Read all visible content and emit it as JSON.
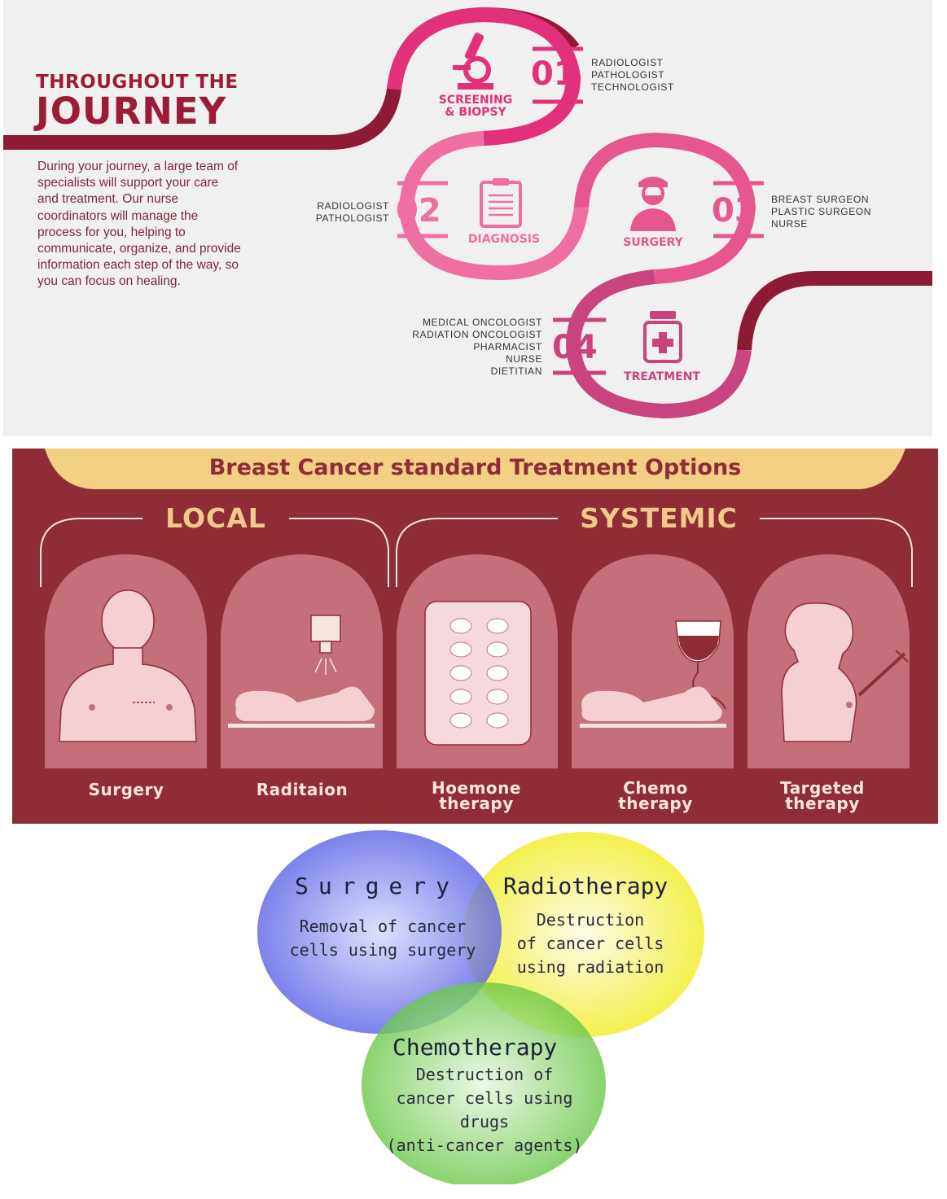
{
  "journey": {
    "title_line1": "THROUGHOUT THE",
    "title_line2": "JOURNEY",
    "description": "During your journey, a large team of specialists will support your care and treatment. Our nurse coordinators will manage the process for you, helping to communicate, organize, and provide information each step of the way, so you can focus on healing.",
    "steps": [
      {
        "number": "01",
        "label_line1": "SCREENING",
        "label_line2": "& BIOPSY",
        "roles": [
          "RADIOLOGIST",
          "PATHOLOGIST",
          "TECHNOLOGIST"
        ],
        "color": "#e2307a",
        "icon": "microscope-icon"
      },
      {
        "number": "02",
        "label_line1": "DIAGNOSIS",
        "label_line2": "",
        "roles": [
          "RADIOLOGIST",
          "PATHOLOGIST"
        ],
        "color": "#ef6fa3",
        "icon": "clipboard-icon"
      },
      {
        "number": "03",
        "label_line1": "SURGERY",
        "label_line2": "",
        "roles": [
          "BREAST SURGEON",
          "PLASTIC SURGEON",
          "NURSE"
        ],
        "color": "#e6568f",
        "icon": "surgeon-icon"
      },
      {
        "number": "04",
        "label_line1": "TREATMENT",
        "label_line2": "",
        "roles": [
          "MEDICAL ONCOLOGIST",
          "RADIATION ONCOLOGIST",
          "PHARMACIST",
          "NURSE",
          "DIETITIAN"
        ],
        "color": "#c9437e",
        "icon": "medicine-bottle-icon"
      }
    ],
    "colors": {
      "title": "#9b1c36",
      "band": "#8e1b35",
      "background": "#f1f0f1"
    }
  },
  "treatment": {
    "title": "Breast Cancer standard Treatment Options",
    "local_label": "LOCAL",
    "systemic_label": "SYSTEMIC",
    "options": [
      {
        "label_line1": "Surgery",
        "label_line2": "",
        "icon": "torso-icon"
      },
      {
        "label_line1": "Raditaion",
        "label_line2": "",
        "icon": "radiation-icon"
      },
      {
        "label_line1": "Hoemone",
        "label_line2": "therapy",
        "icon": "pill-pack-icon"
      },
      {
        "label_line1": "Chemo",
        "label_line2": "therapy",
        "icon": "iv-bag-icon"
      },
      {
        "label_line1": "Targeted",
        "label_line2": "therapy",
        "icon": "injection-icon"
      }
    ],
    "colors": {
      "background": "#8f2d37",
      "banner": "#f3cf84",
      "title": "#8f2d37",
      "accent": "#f2c98a",
      "card": "#c46f7a"
    }
  },
  "venn": {
    "surgery": {
      "title": "Surgery",
      "line1": "Removal of cancer",
      "line2": "cells using surgery",
      "color": "#5b63e6"
    },
    "radiotherapy": {
      "title": "Radiotherapy",
      "line1": "Destruction",
      "line2": "of cancer cells",
      "line3": "using radiation",
      "color": "#f2ee3a"
    },
    "chemotherapy": {
      "title": "Chemotherapy",
      "line1": "Destruction of",
      "line2": "cancer cells using drugs",
      "line3": "(anti-cancer agents)",
      "color": "#6cc84a"
    }
  }
}
